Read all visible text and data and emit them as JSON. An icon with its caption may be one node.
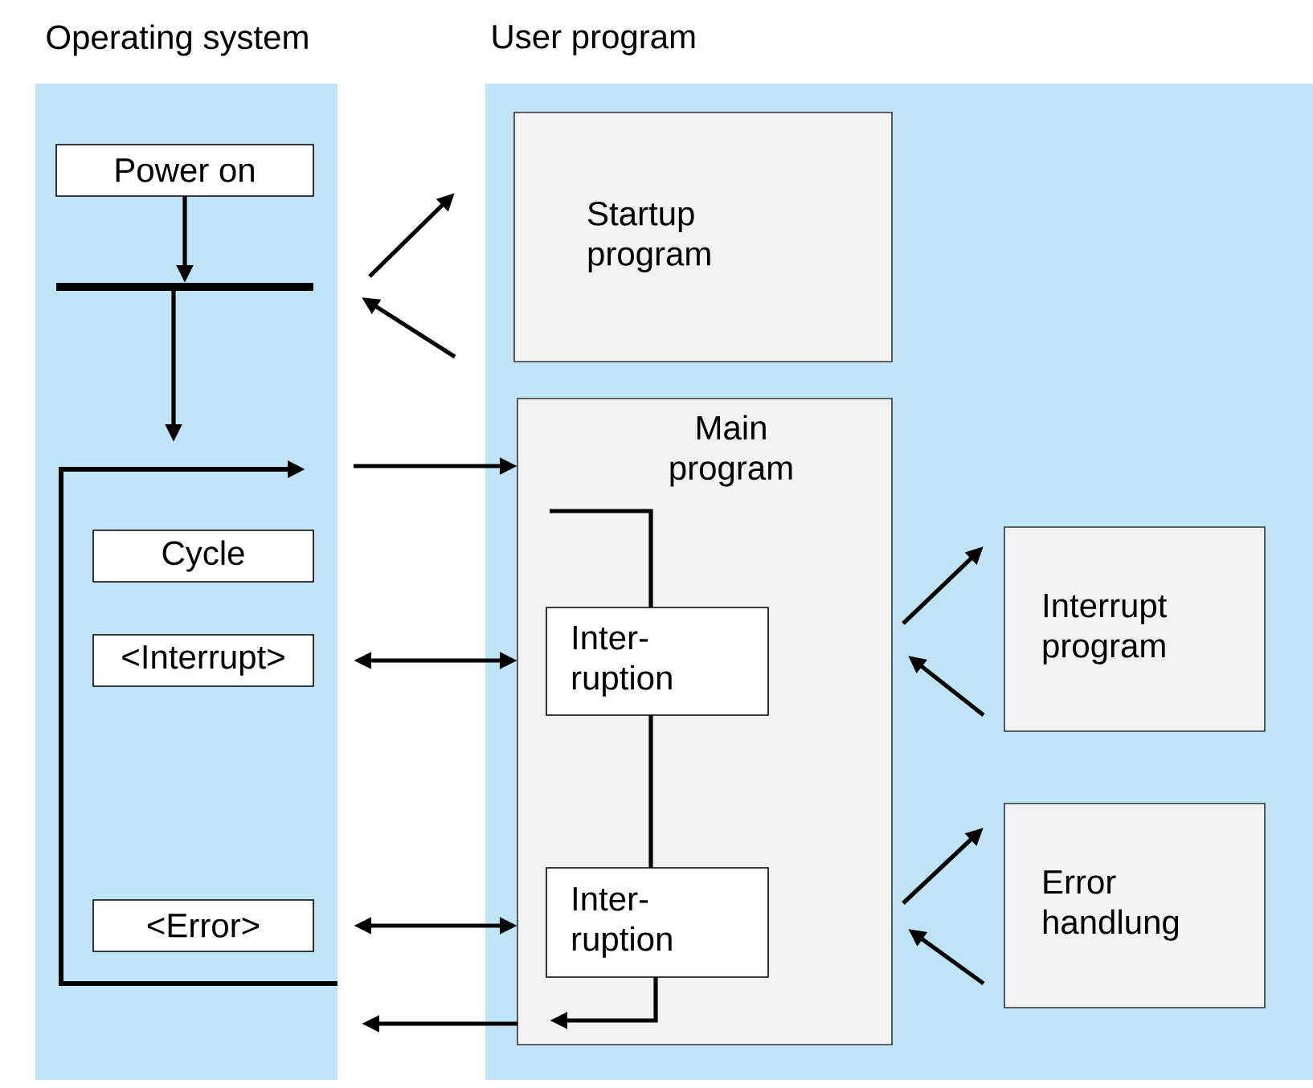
{
  "diagram": {
    "nodes": [
      {
        "text": [
          "Operating system"
        ]
      },
      {
        "text": [
          "User program"
        ]
      },
      {
        "text": [
          "Power on"
        ],
        "in": 0
      },
      {
        "text": [],
        "shape": "bar",
        "in": 0
      },
      {
        "text": [
          "Cycle"
        ],
        "in": 0
      },
      {
        "text": [
          "<Interrupt>"
        ],
        "in": 0
      },
      {
        "text": [
          "<Error>"
        ],
        "in": 0
      },
      {
        "text": [
          "Startup program"
        ],
        "in": 1
      },
      {
        "text": [
          "Main program"
        ],
        "in": 1
      },
      {
        "text": [
          "Inter- ruption"
        ],
        "in": 8
      },
      {
        "text": [
          "Inter- ruption"
        ],
        "in": 8
      },
      {
        "text": [
          "Interrupt program"
        ],
        "in": 1
      },
      {
        "text": [
          "Error handlung"
        ],
        "in": 1
      }
    ],
    "edges": [
      {
        "from": 2,
        "to": 3,
        "arrow": "to"
      },
      {
        "from": 3,
        "to": null,
        "arrow": "to"
      },
      {
        "from": 0,
        "to": 7,
        "arrow": "to"
      },
      {
        "from": 7,
        "to": 0,
        "arrow": "to"
      },
      {
        "from": 0,
        "to": 8,
        "arrow": "to"
      },
      {
        "from": 5,
        "to": 8,
        "arrow": "both"
      },
      {
        "from": 6,
        "to": 8,
        "arrow": "both"
      },
      {
        "from": 8,
        "to": 0,
        "arrow": "to"
      },
      {
        "from": null,
        "to": 9,
        "arrow": "none"
      },
      {
        "from": 9,
        "to": 10,
        "arrow": "none"
      },
      {
        "from": 10,
        "to": null,
        "arrow": "to"
      },
      {
        "from": 8,
        "to": 11,
        "arrow": "to"
      },
      {
        "from": 11,
        "to": 8,
        "arrow": "to"
      },
      {
        "from": 8,
        "to": 12,
        "arrow": "to"
      },
      {
        "from": 12,
        "to": 8,
        "arrow": "to"
      }
    ]
  }
}
